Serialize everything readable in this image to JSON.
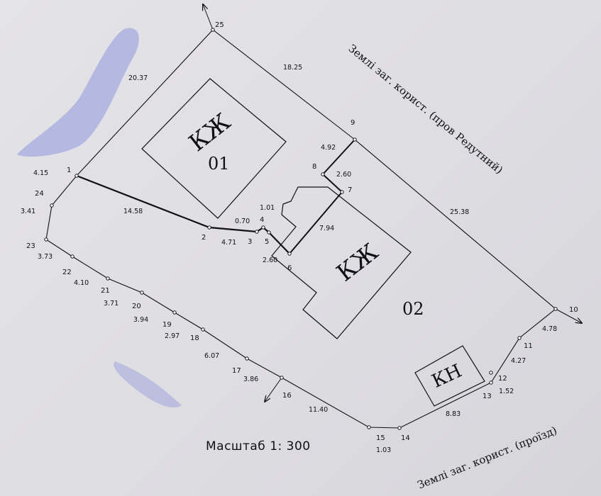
{
  "plan": {
    "buildings": [
      {
        "code": "КЖ"
      },
      {
        "code": "КЖ"
      },
      {
        "code": "КН"
      }
    ],
    "plots": [
      "01",
      "02"
    ],
    "neighbors": {
      "street": "Землі заг. корист. (пров Редутний)",
      "passage": "Землі заг. корист. (проїзд)"
    },
    "points": [
      "1",
      "2",
      "3",
      "4",
      "5",
      "6",
      "7",
      "8",
      "9",
      "10",
      "11",
      "12",
      "13",
      "14",
      "15",
      "16",
      "17",
      "18",
      "19",
      "20",
      "21",
      "22",
      "23",
      "24",
      "25"
    ],
    "dimensions": [
      "20.37",
      "18.25",
      "4.15",
      "3.41",
      "3.73",
      "4.10",
      "3.71",
      "3.94",
      "2.97",
      "6.07",
      "3.86",
      "11.40",
      "1.03",
      "8.83",
      "1.52",
      "4.27",
      "4.78",
      "25.38",
      "4.92",
      "2.60",
      "7.94",
      "1.01",
      "0.70",
      "4.71",
      "14.58",
      "2.60"
    ],
    "scale": "Масштаб 1:  300",
    "colors": {
      "ink": "#111111",
      "paper": "#e2e1e6",
      "smudge": "#9aa0d8"
    }
  }
}
